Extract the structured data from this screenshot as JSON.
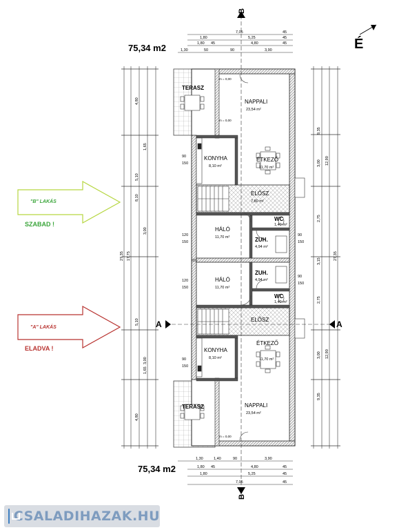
{
  "plan": {
    "area_top": "75,34 m2",
    "area_bottom": "75,34 m2",
    "north_label": "É",
    "section_a_left": "A",
    "section_a_right": "A",
    "section_b_top": "B",
    "section_b_bottom": "B"
  },
  "units": {
    "b": {
      "label": "\"B\" LAKÁS",
      "status": "SZABAD !",
      "arrow_color": "#b6d640",
      "status_color": "#3aa53a"
    },
    "a": {
      "label": "\"A\" LAKÁS",
      "status": "ELADVA !",
      "arrow_color": "#b8322f",
      "status_color": "#b8322f"
    }
  },
  "rooms": {
    "terasz": "TERASZ",
    "nappali": "NAPPALI",
    "nappali_area": "23,54 m²",
    "konyha": "KONYHA",
    "konyha_area": "8,10 m²",
    "etkezo": "ÉTKEZŐ",
    "etkezo_area": "11,70 m²",
    "eloter": "ELŐSZ",
    "eloter_area": "7,80 m²",
    "wc": "WC",
    "wc_area": "1,40 m²",
    "halo": "HÁLÓ",
    "halo_area": "11,70 m²",
    "zuh": "ZUH.",
    "zuh_area": "4,94 m²"
  },
  "dims": {
    "top_row1": [
      "7,05",
      "45"
    ],
    "top_row2": [
      "1,80",
      "5,25",
      "45"
    ],
    "top_row3": [
      "1,80",
      "45",
      "4,80",
      "45"
    ],
    "top_row4": [
      "1,30",
      "50",
      "90",
      "3,90"
    ],
    "bottom_row1": [
      "1,30",
      "1,40",
      "90",
      "3,90"
    ],
    "bottom_row2": [
      "1,80",
      "45",
      "4,80",
      "45"
    ],
    "bottom_row3": [
      "1,80",
      "5,25",
      "45"
    ],
    "bottom_row4": [
      "7,05",
      "45"
    ],
    "left_outer": "27,35",
    "left_mid": "17,75",
    "right_outer": "27,35",
    "right_mid": "12,90",
    "left_segments": [
      "4,80",
      "1,65",
      "5,10",
      "3,00",
      "8,10",
      "3,00",
      "5,10",
      "1,65",
      "4,80"
    ],
    "right_segments": [
      "9,35",
      "3,00",
      "2,75",
      "3,15",
      "2,75",
      "3,00",
      "9,35"
    ],
    "small_left": [
      "90",
      "150",
      "120",
      "150"
    ],
    "small_right": [
      "90",
      "150"
    ],
    "misc_labels": [
      "m = 0,00",
      "m = 0,00",
      "m = 0,00"
    ]
  },
  "watermark": "CSALADIHAZAK.HU"
}
